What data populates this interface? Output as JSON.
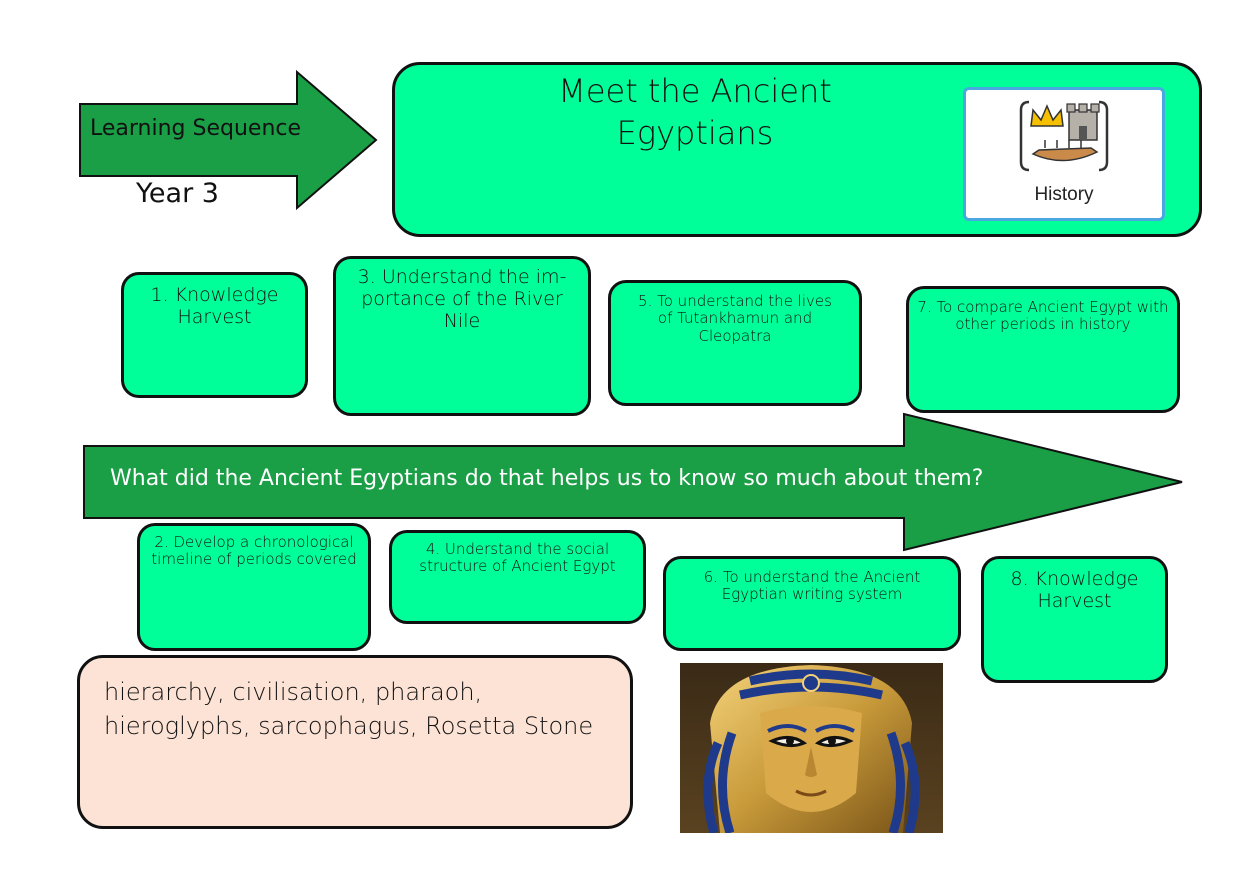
{
  "header": {
    "arrow_label": "Learning Sequence",
    "year": "Year 3",
    "title_line1": "Meet the Ancient",
    "title_line2": "Egyptians",
    "subject_label": "History",
    "subject_icon": "history-symbol-icon"
  },
  "lessons": [
    {
      "text": "1. Knowledge Harvest"
    },
    {
      "text": "2. Develop a chronological timeline of periods covered"
    },
    {
      "text": "3. Understand the im-portance of the River Nile"
    },
    {
      "text": "4. Understand the social structure of Ancient Egypt"
    },
    {
      "text": "5. To understand the lives of Tutankhamun and Cleopatra"
    },
    {
      "text": "6. To understand the Ancient Egyptian writing system"
    },
    {
      "text": "7. To compare Ancient Egypt with other periods in history"
    },
    {
      "text": "8. Knowledge Harvest"
    }
  ],
  "big_question": "What did the Ancient Egyptians do that helps us to know so much about them?",
  "vocabulary": "hierarchy, civilisation, pharaoh, hieroglyphs, sarcophagus, Rosetta Stone",
  "colors": {
    "box_fill": "#00ff99",
    "arrow_fill": "#1a9e46",
    "vocab_fill": "#fce3d6"
  }
}
